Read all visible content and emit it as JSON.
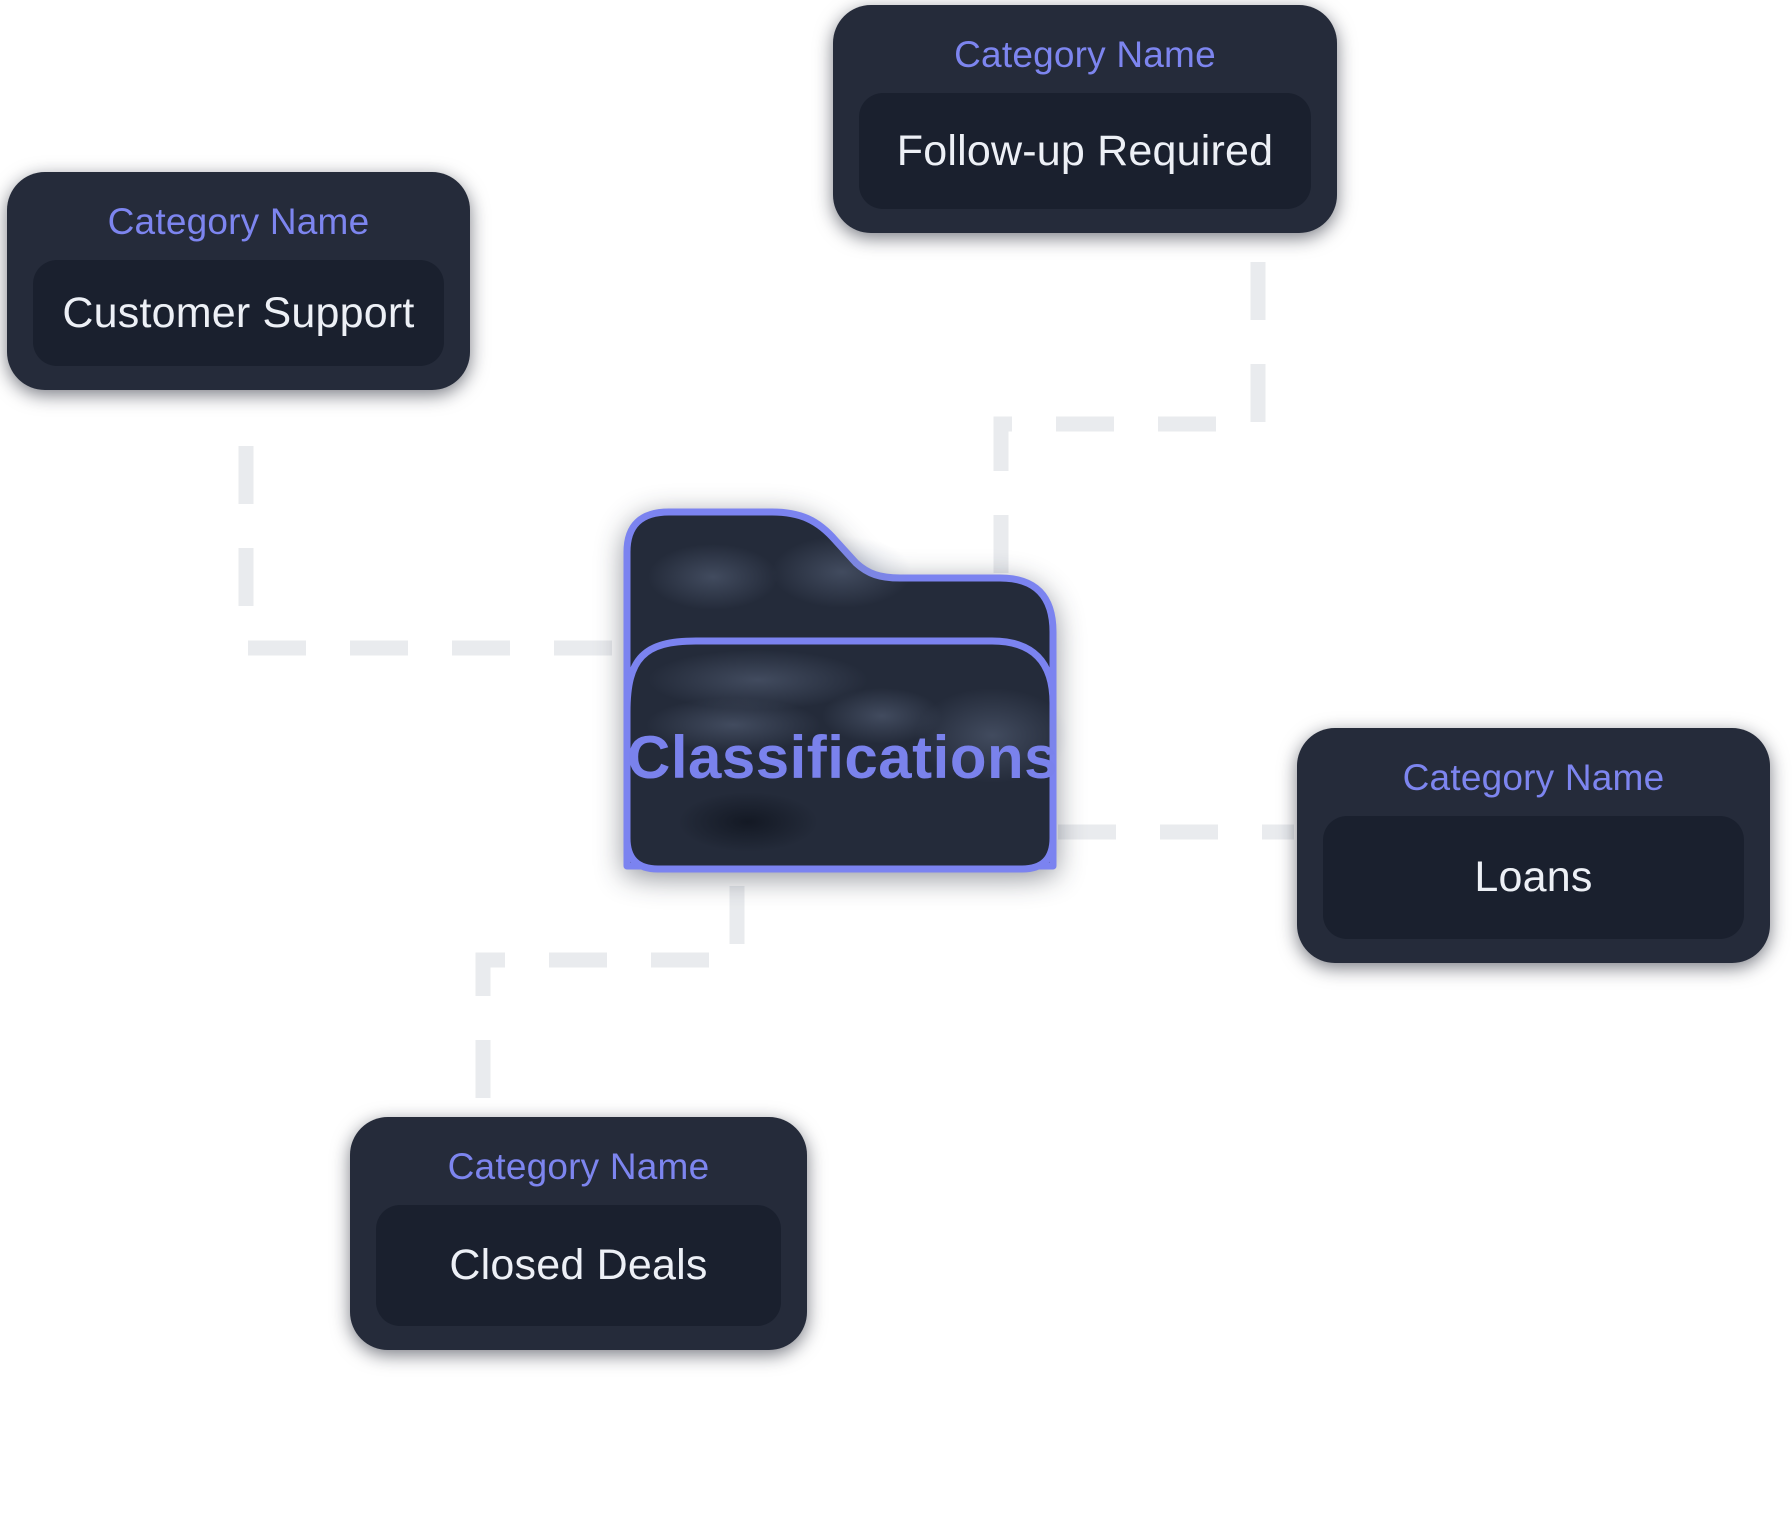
{
  "illustration": {
    "background_color": "#ffffff",
    "accent_color": "#7d85ef",
    "dash_line_color": "#e9ebee",
    "card_bg_color": "#252b3a",
    "field_bg_color": "#1a202e",
    "label_text_color": "#7d85ef",
    "value_text_color": "#edf0f6",
    "folder": {
      "label": "Classifications",
      "fill_color": "#242b3a",
      "stroke_color": "#7b83f0",
      "icon": "folder-icon"
    },
    "cards": [
      {
        "id": "customer-support",
        "label": "Category Name",
        "value": "Customer Support"
      },
      {
        "id": "follow-up-required",
        "label": "Category Name",
        "value": "Follow-up Required"
      },
      {
        "id": "loans",
        "label": "Category Name",
        "value": "Loans"
      },
      {
        "id": "closed-deals",
        "label": "Category Name",
        "value": "Closed Deals"
      }
    ]
  }
}
